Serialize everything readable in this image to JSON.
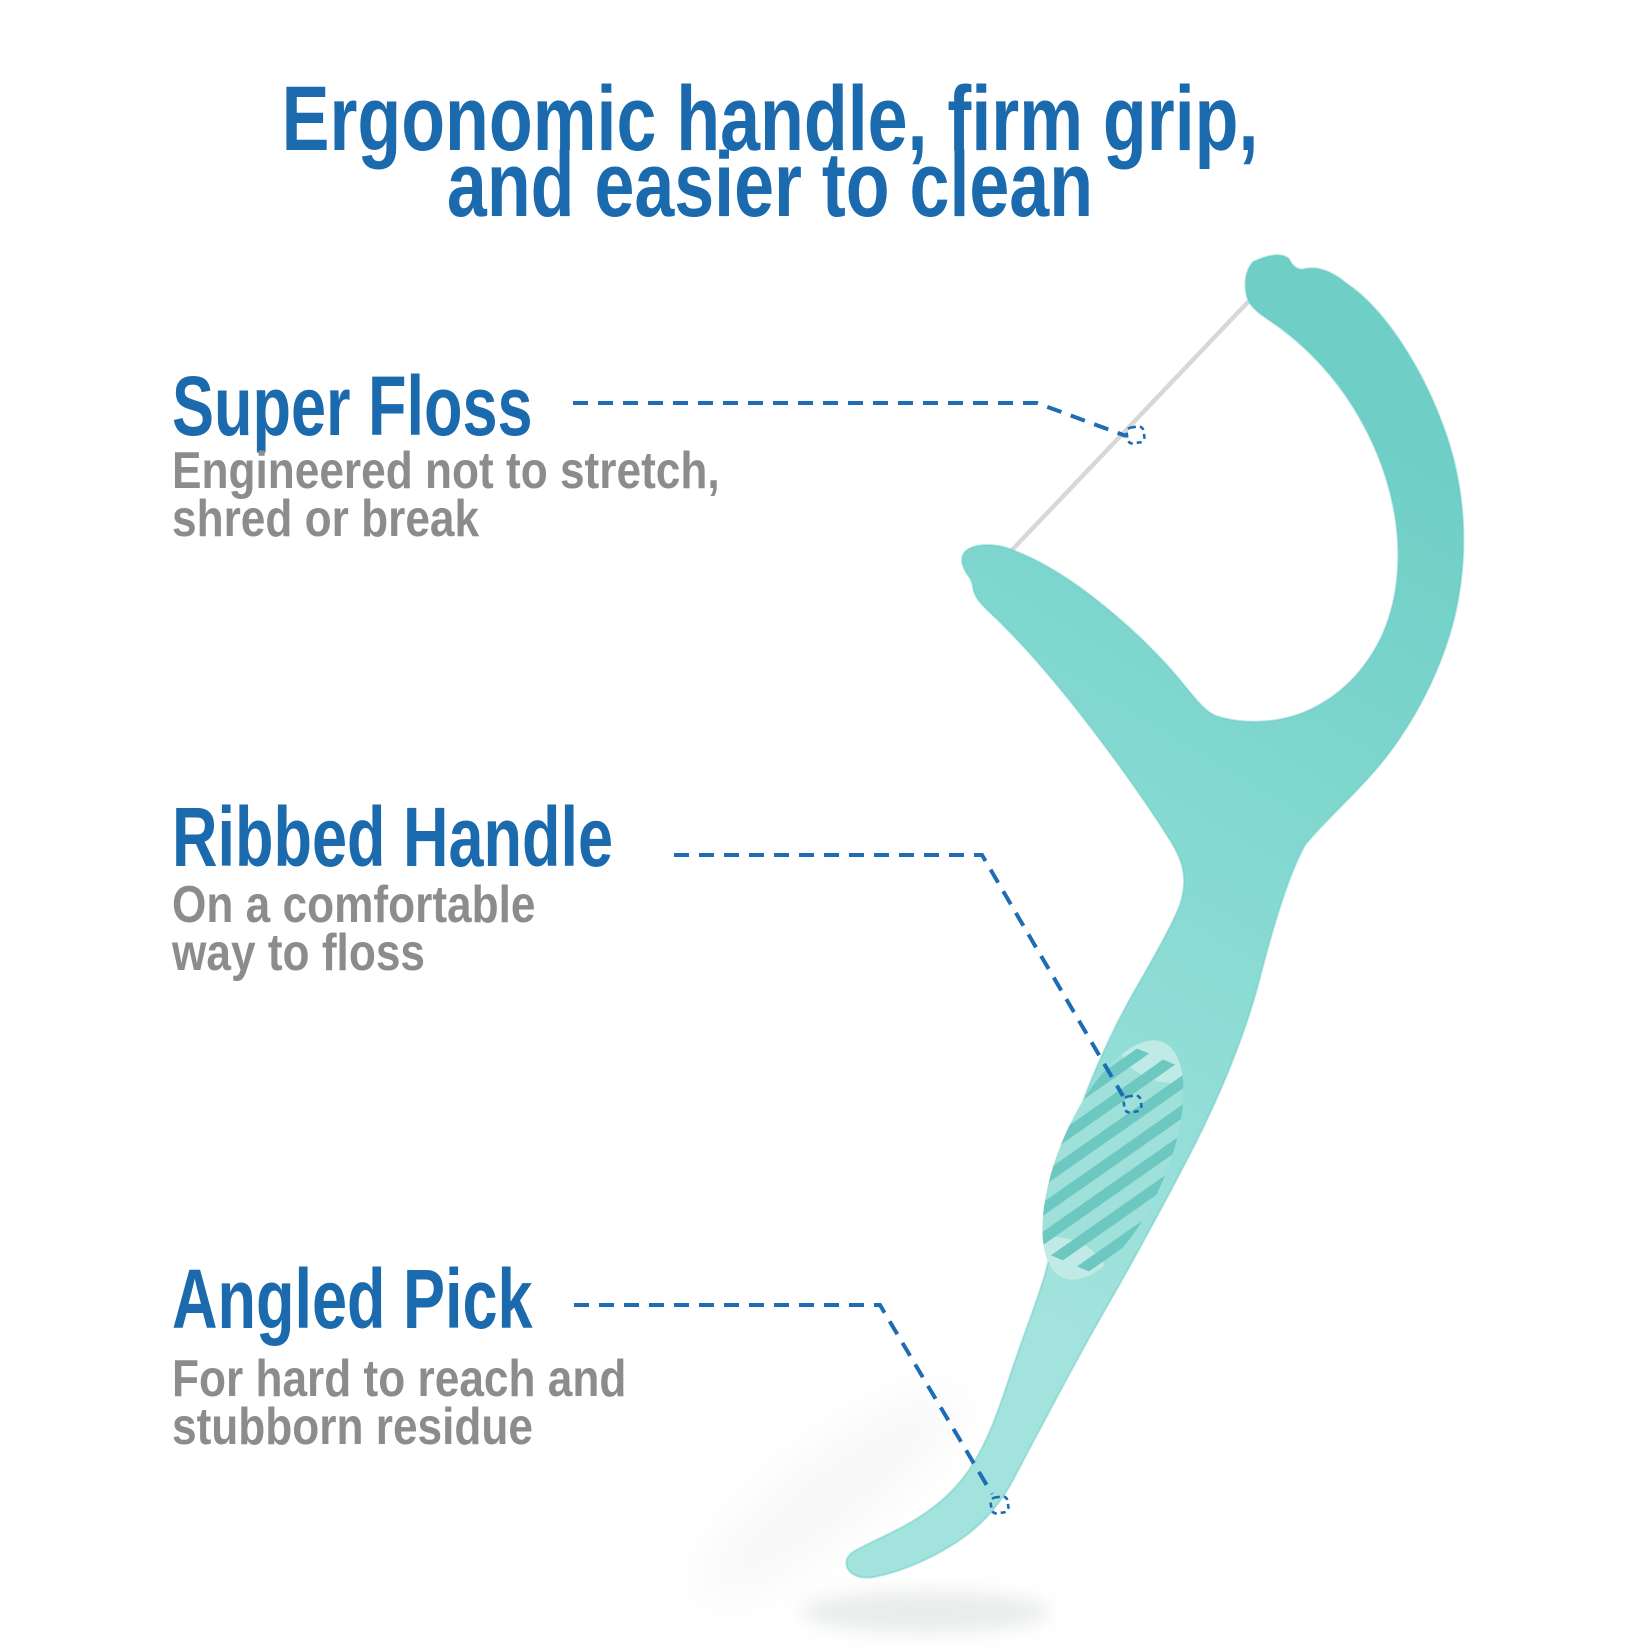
{
  "title": {
    "line1": "Ergonomic handle, firm grip,",
    "line2": "and easier to clean"
  },
  "features": [
    {
      "heading": "Super Floss",
      "desc_line1": "Engineered not to stretch,",
      "desc_line2": "shred or break"
    },
    {
      "heading": "Ribbed Handle",
      "desc_line1": "On a comfortable",
      "desc_line2": "way to floss"
    },
    {
      "heading": "Angled Pick",
      "desc_line1": "For hard to reach and",
      "desc_line2": "stubborn residue"
    }
  ],
  "illustration": {
    "subject": "dental-floss-pick",
    "annotated_parts": [
      "floss",
      "ribbed-grip",
      "angled-pick-tip"
    ]
  },
  "colors": {
    "title_blue": "#1b6aae",
    "body_gray": "#8c8c8c",
    "leader_blue": "#1e6cb3",
    "pick_teal_light": "#a3e3dd",
    "pick_teal": "#86dad2",
    "pick_teal_dark": "#6fcfc6",
    "pick_rim": "#63c8c0",
    "grip_lens": "#9fe0da",
    "grip_cap": "#c0eae5",
    "rib_slot": "#6cc8c0",
    "floss_string": "#d8d8d8",
    "shadow_gray": "#a4adad",
    "background": "#ffffff"
  }
}
